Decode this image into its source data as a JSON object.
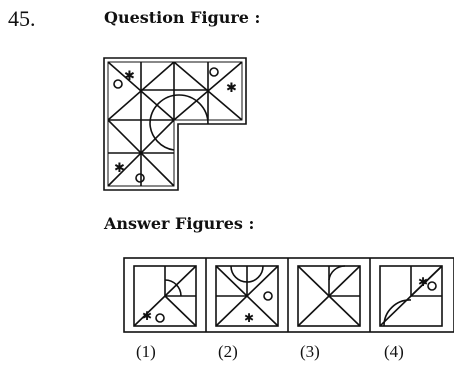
{
  "question": {
    "number": "45.",
    "title": "Question Figure :"
  },
  "answers": {
    "title": "Answer Figures :",
    "options": [
      "(1)",
      "(2)",
      "(3)",
      "(4)"
    ]
  },
  "colors": {
    "ink": "#111111",
    "background": "#ffffff"
  }
}
